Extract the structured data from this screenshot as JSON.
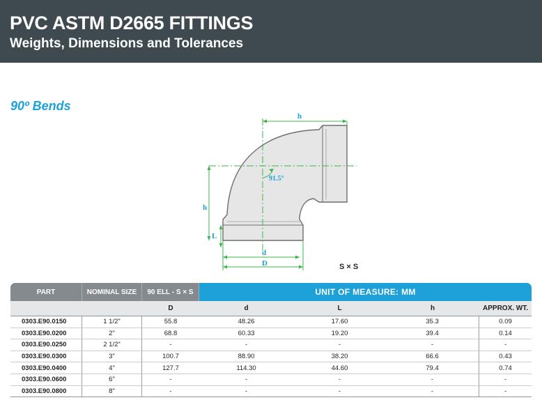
{
  "header": {
    "title": "PVC ASTM D2665 FITTINGS",
    "subtitle": "Weights, Dimensions and Tolerances"
  },
  "section": {
    "title": "90º Bends"
  },
  "diagram": {
    "labels": {
      "h_top": "h",
      "h_left": "h",
      "angle": "91.5°",
      "L": "L",
      "d": "d",
      "D": "D"
    },
    "fitting_type": "S × S"
  },
  "table": {
    "header_row1": {
      "part": "PART",
      "nominal_size": "NOMINAL SIZE",
      "ell": "90 ELL - S × S",
      "unit": "UNIT OF MEASURE:  MM"
    },
    "header_row2": {
      "D": "D",
      "d": "d",
      "L": "L",
      "h": "h",
      "weight": "APPROX. WT."
    },
    "rows": [
      {
        "part": "0303.E90.0150",
        "size": "1 1/2\"",
        "D": "55.8",
        "d": "48.26",
        "L": "17.60",
        "h": "35.3",
        "wt": "0.09"
      },
      {
        "part": "0303.E90.0200",
        "size": "2\"",
        "D": "68.8",
        "d": "60.33",
        "L": "19.20",
        "h": "39.4",
        "wt": "0.14"
      },
      {
        "part": "0303.E90.0250",
        "size": "2 1/2\"",
        "D": "-",
        "d": "-",
        "L": "-",
        "h": "-",
        "wt": "-"
      },
      {
        "part": "0303.E90.0300",
        "size": "3\"",
        "D": "100.7",
        "d": "88.90",
        "L": "38.20",
        "h": "66.6",
        "wt": "0.43"
      },
      {
        "part": "0303.E90.0400",
        "size": "4\"",
        "D": "127.7",
        "d": "114.30",
        "L": "44.60",
        "h": "79.4",
        "wt": "0.74"
      },
      {
        "part": "0303.E90.0600",
        "size": "6\"",
        "D": "-",
        "d": "-",
        "L": "-",
        "h": "-",
        "wt": "-"
      },
      {
        "part": "0303.E90.0800",
        "size": "8\"",
        "D": "-",
        "d": "-",
        "L": "-",
        "h": "-",
        "wt": "-"
      }
    ]
  },
  "colors": {
    "header_bg": "#3e4a50",
    "accent_blue": "#1ea1d8",
    "dimension_green": "#3cb54a",
    "table_header_grey": "#848a8e"
  }
}
